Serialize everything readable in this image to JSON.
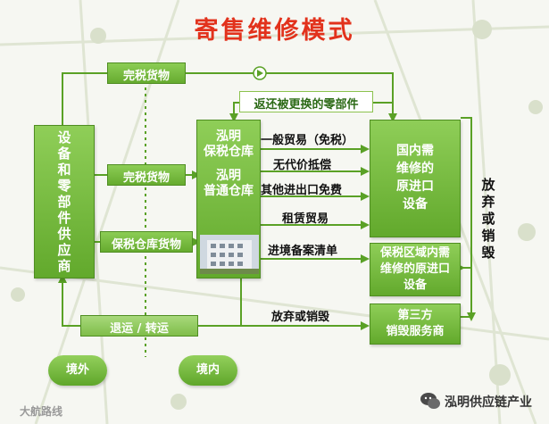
{
  "title": "寄售维修模式",
  "supplier": [
    "设",
    "备",
    "和",
    "零",
    "部",
    "件",
    "供",
    "应",
    "商"
  ],
  "bonded_warehouse": {
    "bonded_label": [
      "泓明",
      "保税仓库"
    ],
    "general_label": [
      "泓明",
      "普通仓库"
    ]
  },
  "destinations": {
    "domestic": [
      "国内需",
      "维修的",
      "原进口",
      "设备"
    ],
    "bonded_zone": [
      "保税区域内需",
      "维修的原进口",
      "设备"
    ],
    "third_party": [
      "第三方",
      "销毁服务商"
    ]
  },
  "flows": {
    "top_duty_paid": "完税货物",
    "returned_parts": "返还被更换的零部件",
    "mid_duty_paid": "完税货物",
    "bonded_goods": "保税仓库货物",
    "return_transit": "退运 / 转运",
    "general_trade": "一般贸易（免税）",
    "no_cost_compensation": "无代价抵偿",
    "other_import_free": "其他进出口免费",
    "lease_trade": "租赁贸易",
    "entry_filing": "进境备案清单",
    "abandon_destroy": "放弃或销毁",
    "right_vertical": [
      "放",
      "弃",
      "或",
      "销",
      "毁"
    ]
  },
  "regions": {
    "outside": "境外",
    "inside": "境内"
  },
  "watermark_left": "大航路线",
  "watermark_right": "泓明供应链产业",
  "colors": {
    "title": "#e2321c",
    "box_green": "#6cb034",
    "line_green": "#5aa126",
    "text_dark": "#111111"
  }
}
